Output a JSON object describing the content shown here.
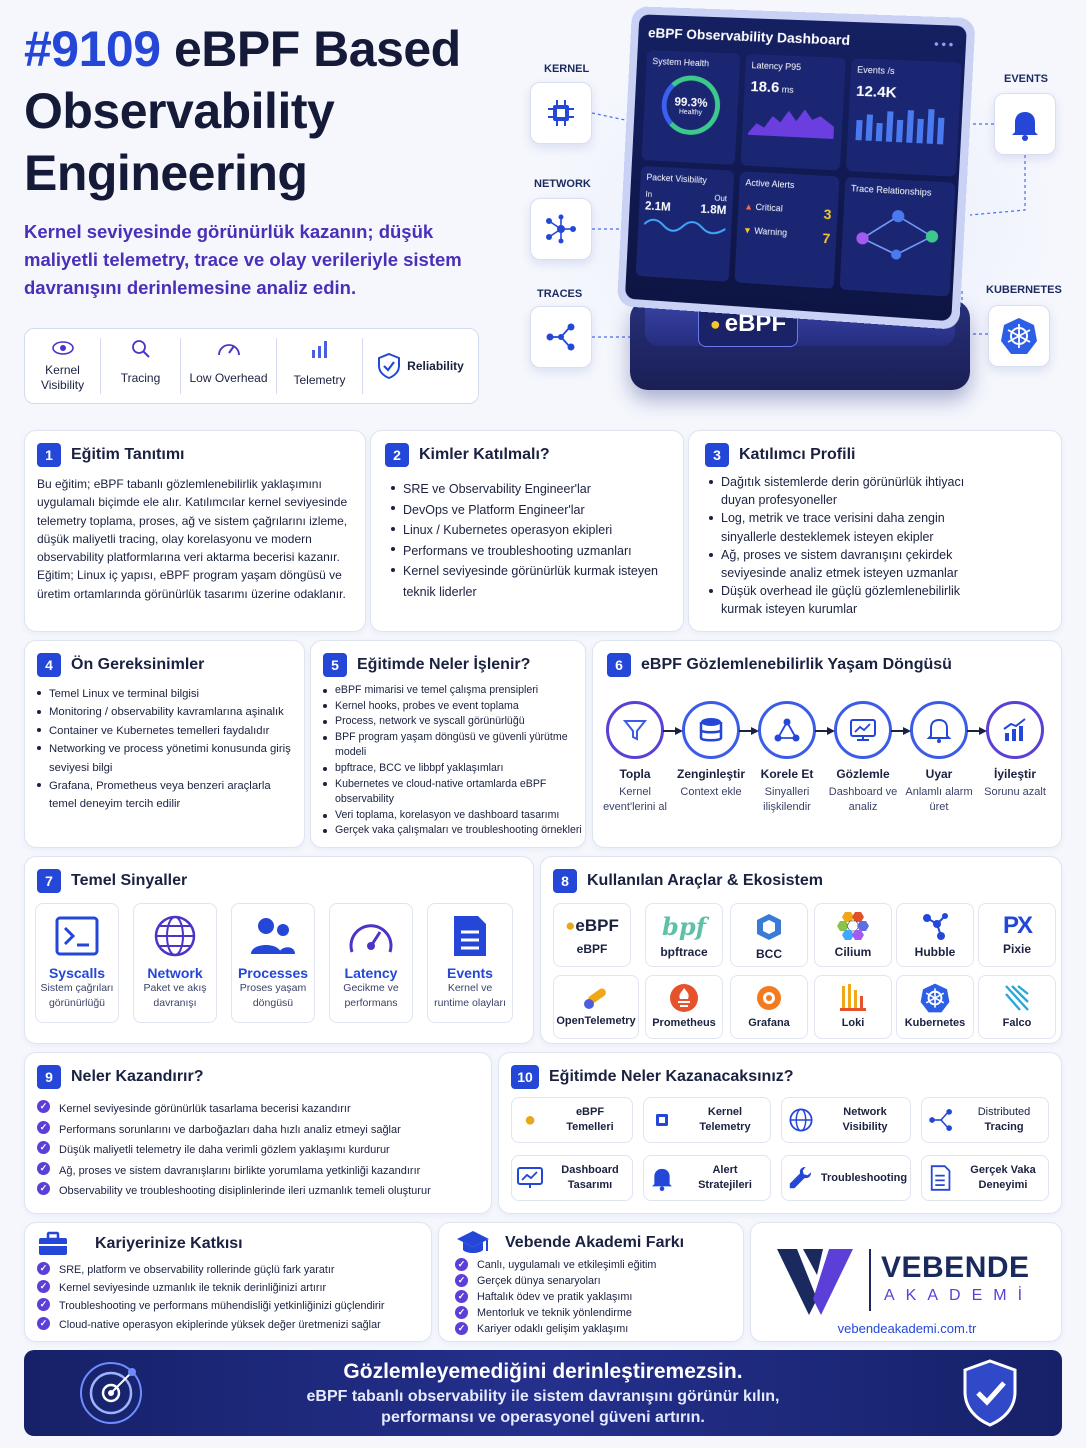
{
  "hero": {
    "num": "#9109",
    "title_1": "eBPF Based",
    "title_2": "Observability",
    "title_3": "Engineering",
    "subtitle": "Kernel seviyesinde görünürlük kazanın; düşük maliyetli telemetry, trace ve olay verileriyle sistem davranışını derinlemesine analiz edin."
  },
  "features": [
    {
      "label": "Kernel Visibility",
      "icon": "eye-icon"
    },
    {
      "label": "Tracing",
      "icon": "search-icon"
    },
    {
      "label": "Low Overhead",
      "icon": "gauge-icon"
    },
    {
      "label": "Telemetry",
      "icon": "bars-icon"
    },
    {
      "label": "Reliability",
      "icon": "shield-icon"
    }
  ],
  "dashboard": {
    "title": "eBPF Observability Dashboard",
    "health_label": "System Health",
    "health_value": "99.3%",
    "health_status": "Healthy",
    "latency_label": "Latency P95",
    "latency_value": "18.6",
    "latency_unit": "ms",
    "events_label": "Events /s",
    "events_value": "12.4K",
    "packet_label": "Packet Visibility",
    "in_label": "In",
    "in_value": "2.1M",
    "out_label": "Out",
    "out_value": "1.8M",
    "alerts_label": "Active Alerts",
    "critical_label": "Critical",
    "critical_value": "3",
    "warning_label": "Warning",
    "warning_value": "7",
    "trace_label": "Trace Relationships",
    "badge": "eBPF"
  },
  "side": {
    "kernel": "KERNEL",
    "network": "NETWORK",
    "traces": "TRACES",
    "events": "EVENTS",
    "kubernetes": "KUBERNETES"
  },
  "s1": {
    "n": "1",
    "title": "Eğitim Tanıtımı",
    "body": "Bu eğitim; eBPF tabanlı gözlemlenebilirlik yaklaşımını uygulamalı biçimde ele alır. Katılımcılar kernel seviyesinde telemetry toplama, proses, ağ ve sistem çağrılarını izleme, düşük maliyetli tracing, olay korelasyonu ve modern observability platformlarına veri aktarma becerisi kazanır. Eğitim; Linux iç yapısı, eBPF program yaşam döngüsü ve üretim ortamlarında görünürlük tasarımı üzerine odaklanır."
  },
  "s2": {
    "n": "2",
    "title": "Kimler Katılmalı?",
    "items": [
      "SRE ve Observability Engineer'lar",
      "DevOps ve Platform Engineer'lar",
      "Linux / Kubernetes operasyon ekipleri",
      "Performans ve troubleshooting uzmanları",
      "Kernel seviyesinde görünürlük kurmak isteyen teknik liderler"
    ]
  },
  "s3": {
    "n": "3",
    "title": "Katılımcı Profili",
    "items": [
      "Dağıtık sistemlerde derin görünürlük ihtiyacı duyan profesyoneller",
      "Log, metrik ve trace verisini daha zengin sinyallerle desteklemek isteyen ekipler",
      "Ağ, proses ve sistem davranışını çekirdek seviyesinde analiz etmek isteyen uzmanlar",
      "Düşük overhead ile güçlü gözlemlenebilirlik kurmak isteyen kurumlar"
    ]
  },
  "s4": {
    "n": "4",
    "title": "Ön Gereksinimler",
    "items": [
      "Temel Linux ve terminal bilgisi",
      "Monitoring / observability kavramlarına aşinalık",
      "Container ve Kubernetes temelleri faydalıdır",
      "Networking ve process yönetimi konusunda giriş seviyesi bilgi",
      "Grafana, Prometheus veya benzeri araçlarla temel deneyim tercih edilir"
    ]
  },
  "s5": {
    "n": "5",
    "title": "Eğitimde Neler İşlenir?",
    "items": [
      "eBPF mimarisi ve temel çalışma prensipleri",
      "Kernel hooks, probes ve event toplama",
      "Process, network ve syscall görünürlüğü",
      "BPF program yaşam döngüsü ve güvenli yürütme modeli",
      "bpftrace, BCC ve libbpf yaklaşımları",
      "Kubernetes ve cloud-native ortamlarda eBPF observability",
      "Veri toplama, korelasyon ve dashboard tasarımı",
      "Gerçek vaka çalışmaları ve troubleshooting örnekleri"
    ]
  },
  "s6": {
    "n": "6",
    "title": "eBPF Gözlemlenebilirlik Yaşam Döngüsü",
    "steps": [
      {
        "t": "Topla",
        "s": "Kernel event'lerini al",
        "icon": "filter-icon"
      },
      {
        "t": "Zenginleştir",
        "s": "Context ekle",
        "icon": "database-icon"
      },
      {
        "t": "Korele Et",
        "s": "Sinyalleri ilişkilendir",
        "icon": "network-icon"
      },
      {
        "t": "Gözlemle",
        "s": "Dashboard ve analiz",
        "icon": "monitor-icon"
      },
      {
        "t": "Uyar",
        "s": "Anlamlı alarm üret",
        "icon": "bell-icon"
      },
      {
        "t": "İyileştir",
        "s": "Sorunu azalt",
        "icon": "chart-up-icon"
      }
    ]
  },
  "s7": {
    "n": "7",
    "title": "Temel Sinyaller",
    "items": [
      {
        "t": "Syscalls",
        "s": "Sistem çağrıları görünürlüğü",
        "icon": "terminal-icon"
      },
      {
        "t": "Network",
        "s": "Paket ve akış davranışı",
        "icon": "globe-icon"
      },
      {
        "t": "Processes",
        "s": "Proses yaşam döngüsü",
        "icon": "users-icon"
      },
      {
        "t": "Latency",
        "s": "Gecikme ve performans",
        "icon": "gauge-icon"
      },
      {
        "t": "Events",
        "s": "Kernel ve runtime olayları",
        "icon": "document-icon"
      }
    ]
  },
  "s8": {
    "n": "8",
    "title": "Kullanılan Araçlar & Ekosistem",
    "tools": [
      "eBPF",
      "bpftrace",
      "BCC",
      "Cilium",
      "Hubble",
      "Pixie",
      "OpenTelemetry",
      "Prometheus",
      "Grafana",
      "Loki",
      "Kubernetes",
      "Falco"
    ],
    "logo_ebpf": "eBPF",
    "logo_bpf": "bpf",
    "logo_px": "PX"
  },
  "s9": {
    "n": "9",
    "title": "Neler Kazandırır?",
    "items": [
      "Kernel seviyesinde görünürlük tasarlama becerisi kazandırır",
      "Performans sorunlarını ve darboğazları daha hızlı analiz etmeyi sağlar",
      "Düşük maliyetli telemetry ile daha verimli gözlem yaklaşımı kurdurur",
      "Ağ, proses ve sistem davranışlarını birlikte yorumlama yetkinliği kazandırır",
      "Observability ve troubleshooting disiplinlerinde ileri uzmanlık temeli oluşturur"
    ]
  },
  "s10": {
    "n": "10",
    "title": "Eğitimde Neler Kazanacaksınız?",
    "items": [
      {
        "l1": "eBPF",
        "l2": "Temelleri",
        "icon": "bee-icon"
      },
      {
        "l1": "Kernel",
        "l2": "Telemetry",
        "icon": "chip-icon"
      },
      {
        "l1": "Network",
        "l2": "Visibility",
        "icon": "globe-icon"
      },
      {
        "l1": "Distributed",
        "l2": "Tracing",
        "icon": "share-icon"
      },
      {
        "l1": "Dashboard",
        "l2": "Tasarımı",
        "icon": "monitor-icon"
      },
      {
        "l1": "Alert",
        "l2": "Stratejileri",
        "icon": "bell-icon"
      },
      {
        "l1": "Troubleshooting",
        "l2": "",
        "icon": "wrench-icon"
      },
      {
        "l1": "Gerçek Vaka",
        "l2": "Deneyimi",
        "icon": "document-icon"
      }
    ]
  },
  "career": {
    "title": "Kariyerinize Katkısı",
    "items": [
      "SRE, platform ve observability rollerinde güçlü fark yaratır",
      "Kernel seviyesinde uzmanlık ile teknik derinliğinizi artırır",
      "Troubleshooting ve performans mühendisliği yetkinliğinizi güçlendirir",
      "Cloud-native operasyon ekiplerinde yüksek değer üretmenizi sağlar"
    ]
  },
  "vebende": {
    "title": "Vebende Akademi Farkı",
    "items": [
      "Canlı, uygulamalı ve etkileşimli eğitim",
      "Gerçek dünya senaryoları",
      "Haftalık ödev ve pratik yaklaşımı",
      "Mentorluk ve teknik yönlendirme",
      "Kariyer odaklı gelişim yaklaşımı"
    ]
  },
  "brand": {
    "name": "VEBENDE",
    "sub": "AKADEMİ",
    "url": "vebendeakademi.com.tr"
  },
  "footer": {
    "line1": "Gözlemleyemediğini derinleştiremezsin.",
    "line2": "eBPF tabanlı observability ile sistem davranışını görünür kılın,",
    "line3": "performansı ve operasyonel güveni artırın."
  },
  "colors": {
    "primary": "#2447d8",
    "purple": "#5b3fd6",
    "dark": "#1b2140",
    "footer": "#1e2b7a"
  }
}
